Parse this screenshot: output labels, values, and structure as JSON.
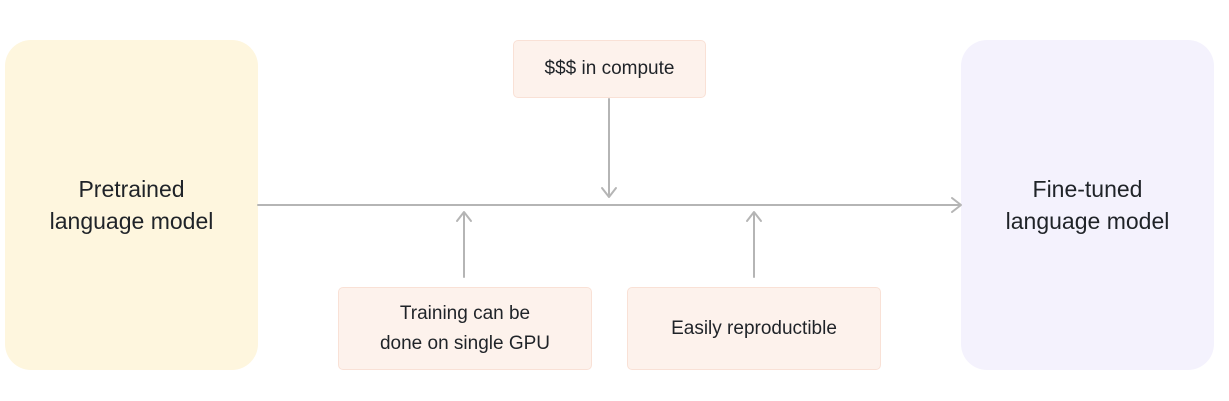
{
  "diagram": {
    "source_model": {
      "label": "Pretrained\nlanguage model"
    },
    "target_model": {
      "label": "Fine-tuned\nlanguage model"
    },
    "notes": {
      "compute": {
        "label": "$$$ in compute"
      },
      "gpu": {
        "label": "Training can be\ndone on single GPU"
      },
      "reproducible": {
        "label": "Easily reproductible"
      }
    },
    "colors": {
      "source_fill": "#fef6de",
      "target_fill": "#f4f2fd",
      "note_fill": "#fdf2ec",
      "arrow": "#b5b5b5"
    }
  }
}
